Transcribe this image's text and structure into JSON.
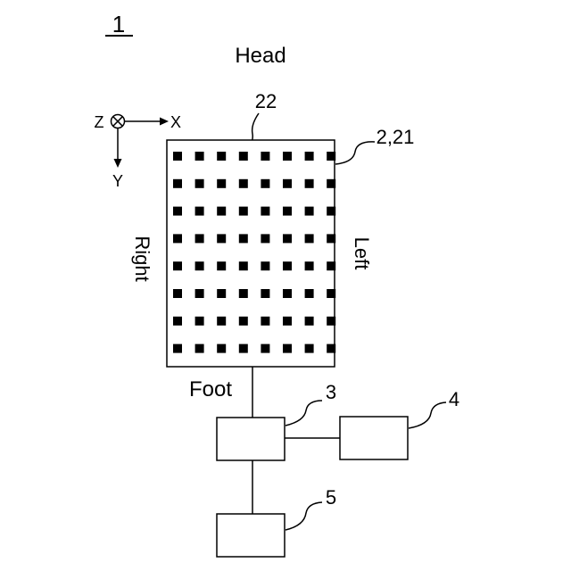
{
  "figure": {
    "number": "1"
  },
  "axes": {
    "z_label": "Z",
    "x_label": "X",
    "y_label": "Y"
  },
  "mat": {
    "head_label": "Head",
    "foot_label": "Foot",
    "right_label": "Right",
    "left_label": "Left",
    "ref_label": "2,21",
    "sensor_ref_label": "22",
    "sensor_grid": {
      "columns": 8,
      "rows": 8
    }
  },
  "blocks": [
    {
      "ref_label": "3"
    },
    {
      "ref_label": "4"
    },
    {
      "ref_label": "5"
    }
  ]
}
